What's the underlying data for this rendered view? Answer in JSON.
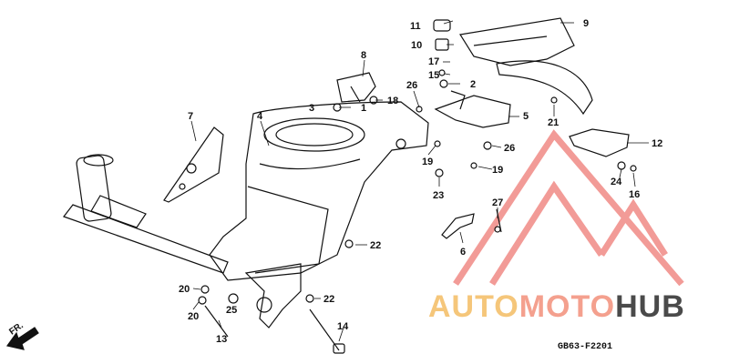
{
  "diagram": {
    "callouts": [
      {
        "id": "c1",
        "text": "1"
      },
      {
        "id": "c2",
        "text": "2"
      },
      {
        "id": "c3",
        "text": "3"
      },
      {
        "id": "c4",
        "text": "4"
      },
      {
        "id": "c5",
        "text": "5"
      },
      {
        "id": "c6",
        "text": "6"
      },
      {
        "id": "c7",
        "text": "7"
      },
      {
        "id": "c8",
        "text": "8"
      },
      {
        "id": "c9",
        "text": "9"
      },
      {
        "id": "c10",
        "text": "10"
      },
      {
        "id": "c11",
        "text": "11"
      },
      {
        "id": "c12",
        "text": "12"
      },
      {
        "id": "c13",
        "text": "13"
      },
      {
        "id": "c14",
        "text": "14"
      },
      {
        "id": "c15",
        "text": "15"
      },
      {
        "id": "c16",
        "text": "16"
      },
      {
        "id": "c17",
        "text": "17"
      },
      {
        "id": "c18",
        "text": "18"
      },
      {
        "id": "c19a",
        "text": "19"
      },
      {
        "id": "c19b",
        "text": "19"
      },
      {
        "id": "c20a",
        "text": "20"
      },
      {
        "id": "c20b",
        "text": "20"
      },
      {
        "id": "c21",
        "text": "21"
      },
      {
        "id": "c22a",
        "text": "22"
      },
      {
        "id": "c22b",
        "text": "22"
      },
      {
        "id": "c23",
        "text": "23"
      },
      {
        "id": "c24",
        "text": "24"
      },
      {
        "id": "c25",
        "text": "25"
      },
      {
        "id": "c26a",
        "text": "26"
      },
      {
        "id": "c26b",
        "text": "26"
      },
      {
        "id": "c27",
        "text": "27"
      }
    ],
    "direction_label": "FR.",
    "diagram_code": "GB63-F2201"
  },
  "watermark": {
    "part1": "AUTO",
    "part2": "MOTO",
    "part3": "HUB",
    "colors": {
      "auto": "#f5c67a",
      "moto": "#f4a08e",
      "hub": "#4a4a4a",
      "logo": "#f08a85"
    }
  }
}
